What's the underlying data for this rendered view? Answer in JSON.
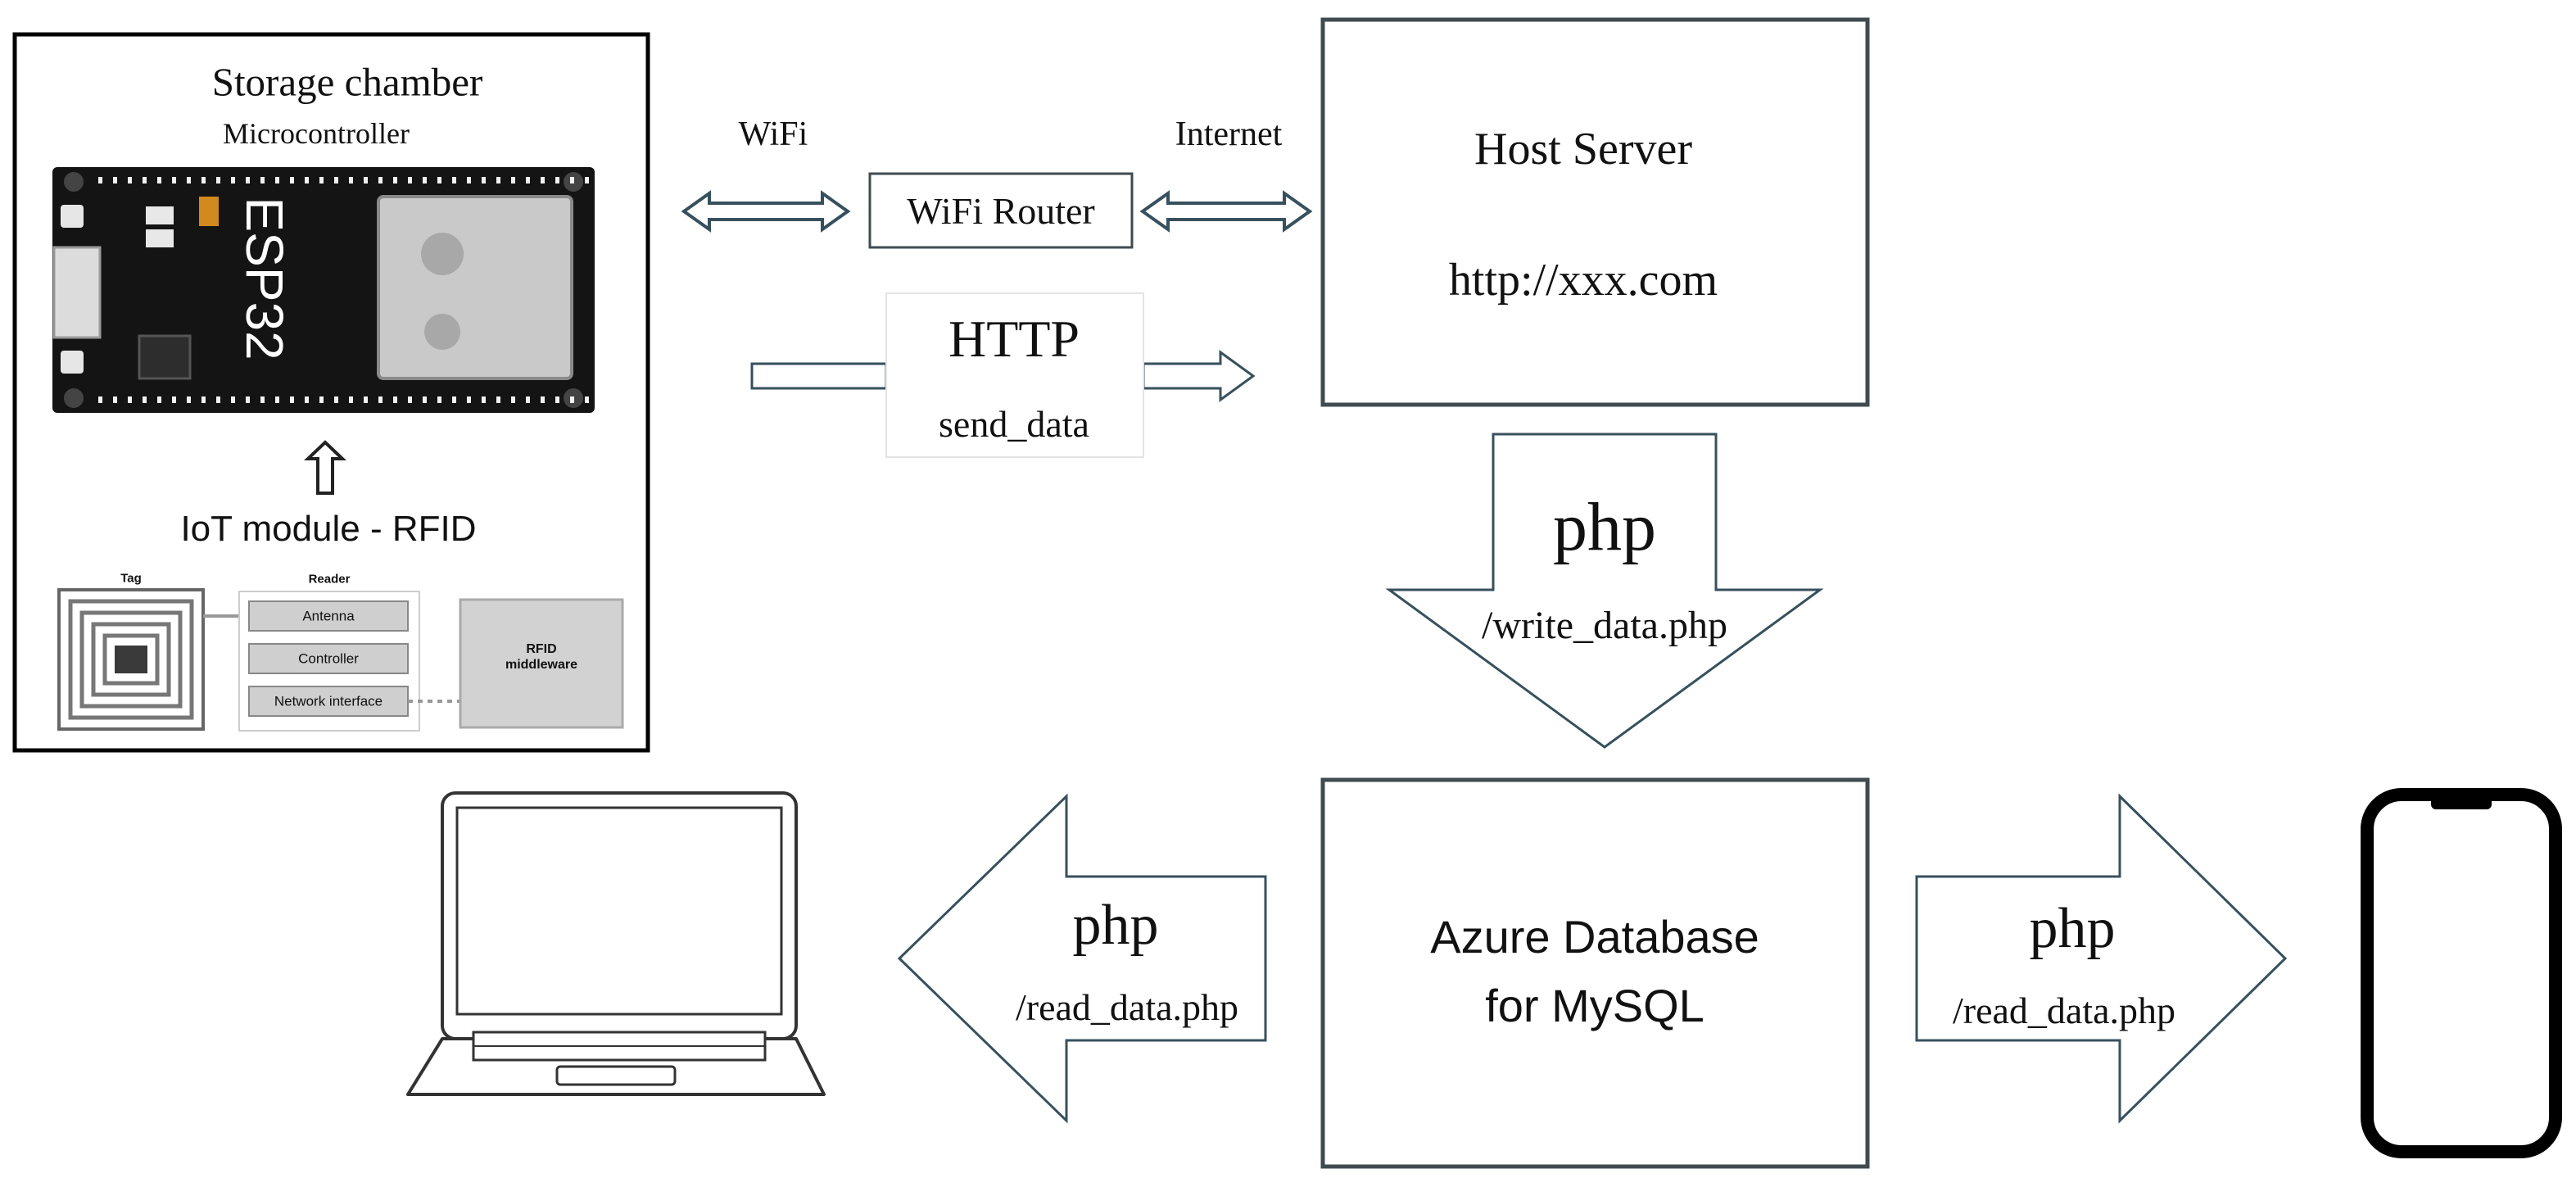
{
  "storage": {
    "title": "Storage chamber",
    "microcontroller_label": "Microcontroller",
    "board_label": "ESP32",
    "iot_label": "IoT module - RFID",
    "rfid": {
      "tag_label": "Tag",
      "reader_label": "Reader",
      "antenna_label": "Antenna",
      "controller_label": "Controller",
      "network_label": "Network interface",
      "middleware_label": "RFID middleware"
    }
  },
  "network": {
    "wifi_label": "WiFi",
    "internet_label": "Internet",
    "router_label": "WiFi Router",
    "http_label": "HTTP",
    "send_label": "send_data"
  },
  "server": {
    "title": "Host Server",
    "url": "http://xxx.com"
  },
  "write": {
    "php_label": "php",
    "script_label": "/write_data.php"
  },
  "database": {
    "line1": "Azure Database",
    "line2": "for MySQL"
  },
  "read_left": {
    "php_label": "php",
    "script_label": "/read_data.php"
  },
  "read_right": {
    "php_label": "php",
    "script_label": "/read_data.php"
  },
  "colors": {
    "arrow_stroke": "#37505d",
    "box_stroke": "#3f4b50",
    "board": "#141414"
  },
  "icons": [
    "laptop-icon",
    "smartphone-icon",
    "esp32-board-icon",
    "rfid-tag-icon"
  ]
}
